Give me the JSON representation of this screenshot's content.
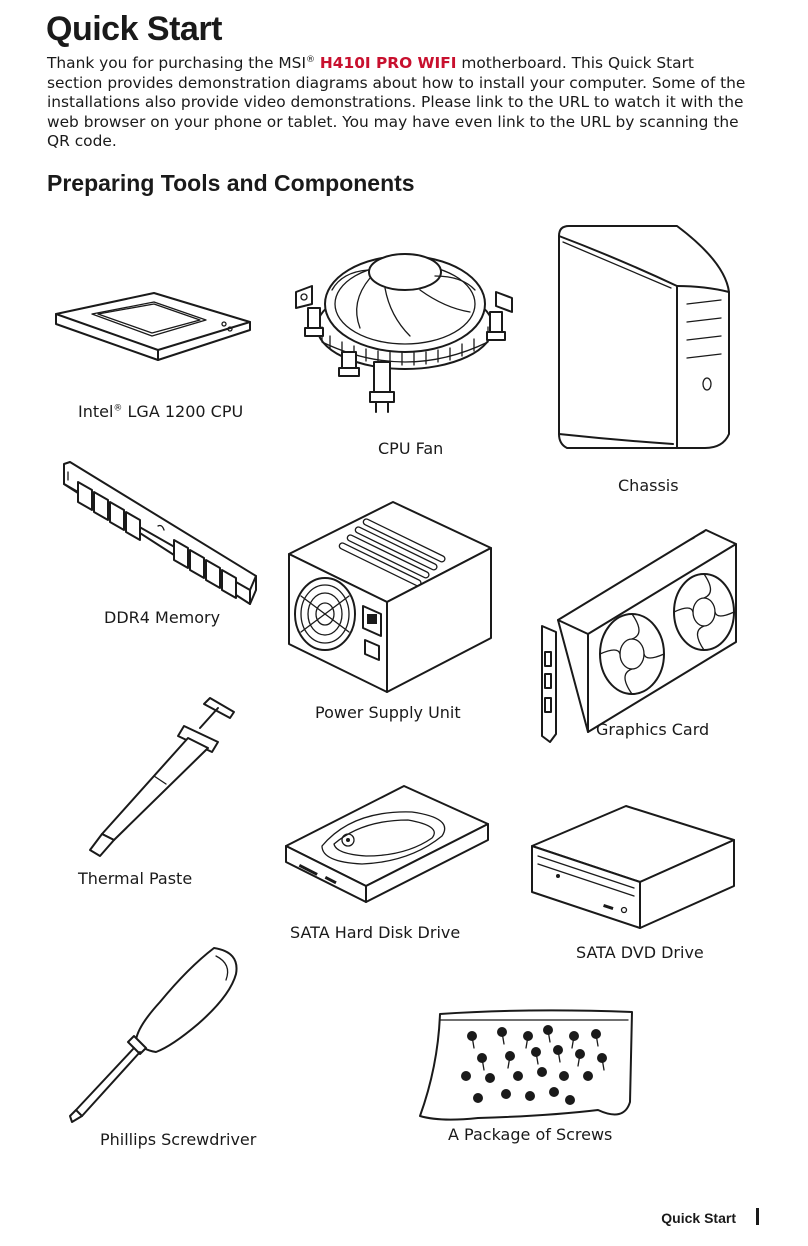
{
  "page": {
    "title": "Quick Start",
    "intro": {
      "before_brand": "Thank you for purchasing the MSI",
      "brand_mark": "®",
      "model": "H410I PRO WIFI",
      "after_model": " motherboard. This Quick Start section provides demonstration diagrams about how to install your computer. Some of the installations also provide video demonstrations. Please link to the URL to watch it with the web browser on your phone or tablet. You may have even link to the URL by scanning the QR code."
    },
    "section_title": "Preparing Tools and Components",
    "footer": {
      "label": "Quick Start"
    }
  },
  "components": {
    "cpu": {
      "label_main": "Intel",
      "label_mark": "®",
      "label_rest": " LGA 1200 CPU",
      "icon": "cpu-icon"
    },
    "cpu_fan": {
      "label": "CPU Fan",
      "icon": "cpu-fan-icon"
    },
    "chassis": {
      "label": "Chassis",
      "icon": "chassis-icon"
    },
    "memory": {
      "label": "DDR4 Memory",
      "icon": "memory-icon"
    },
    "psu": {
      "label": "Power Supply Unit",
      "icon": "psu-icon"
    },
    "gpu": {
      "label": "Graphics Card",
      "icon": "graphics-card-icon"
    },
    "thermal_paste": {
      "label": "Thermal Paste",
      "icon": "thermal-paste-icon"
    },
    "hdd": {
      "label": "SATA Hard Disk Drive",
      "icon": "hard-disk-icon"
    },
    "dvd": {
      "label": "SATA DVD Drive",
      "icon": "dvd-drive-icon"
    },
    "screwdriver": {
      "label": "Phillips Screwdriver",
      "icon": "screwdriver-icon"
    },
    "screws": {
      "label": "A Package of Screws",
      "icon": "screws-package-icon"
    }
  },
  "colors": {
    "text": "#1a1a1a",
    "accent": "#c8102e",
    "background": "#ffffff"
  }
}
